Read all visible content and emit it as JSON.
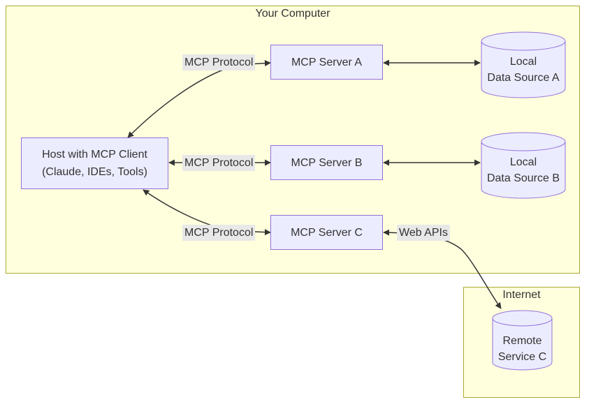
{
  "clusters": {
    "your_computer": {
      "label": "Your Computer"
    },
    "internet": {
      "label": "Internet"
    }
  },
  "nodes": {
    "host": {
      "shape": "rect",
      "line1": "Host with MCP Client",
      "line2": "(Claude, IDEs, Tools)"
    },
    "server_a": {
      "shape": "rect",
      "label": "MCP Server A"
    },
    "server_b": {
      "shape": "rect",
      "label": "MCP Server B"
    },
    "server_c": {
      "shape": "rect",
      "label": "MCP Server C"
    },
    "data_source_a": {
      "shape": "cylinder",
      "line1": "Local",
      "line2": "Data Source A"
    },
    "data_source_b": {
      "shape": "cylinder",
      "line1": "Local",
      "line2": "Data Source B"
    },
    "remote_service_c": {
      "shape": "cylinder",
      "line1": "Remote",
      "line2": "Service C"
    }
  },
  "edges": [
    {
      "from": "host",
      "to": "server_a",
      "label": "MCP Protocol",
      "direction": "bidirectional"
    },
    {
      "from": "host",
      "to": "server_b",
      "label": "MCP Protocol",
      "direction": "bidirectional"
    },
    {
      "from": "host",
      "to": "server_c",
      "label": "MCP Protocol",
      "direction": "bidirectional"
    },
    {
      "from": "server_a",
      "to": "data_source_a",
      "label": "",
      "direction": "bidirectional"
    },
    {
      "from": "server_b",
      "to": "data_source_b",
      "label": "",
      "direction": "bidirectional"
    },
    {
      "from": "server_c",
      "to": "remote_service_c",
      "label": "Web APIs",
      "direction": "bidirectional"
    }
  ],
  "colors": {
    "canvas_bg": "#FFFFFF",
    "cluster_fill": "#FFFFDE",
    "cluster_border": "#AAAA33",
    "node_fill": "#ECECFF",
    "node_border": "#9370DB",
    "edge_label_bg": "#E8E8E8",
    "line": "#333333",
    "text": "#333333"
  }
}
